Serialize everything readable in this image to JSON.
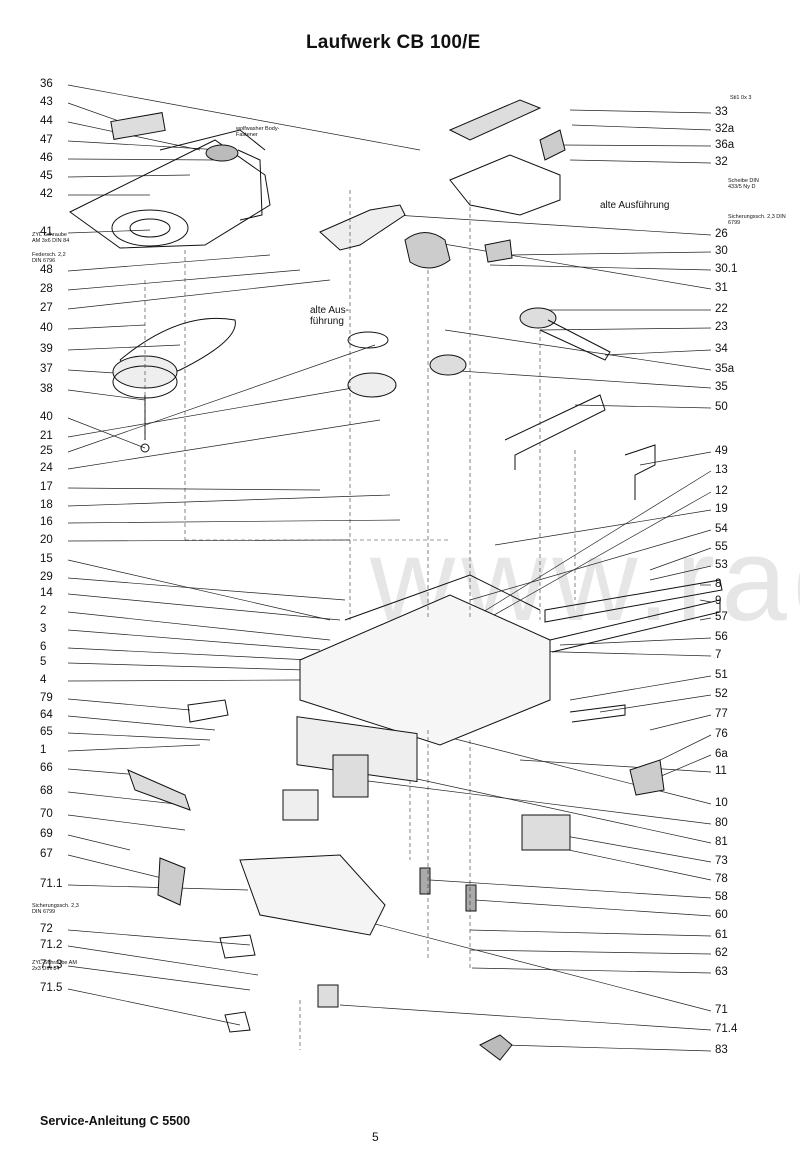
{
  "title": "Laufwerk CB 100/E",
  "footer": "Service-Anleitung C 5500",
  "page_number": "5",
  "watermark": "www.radio",
  "left_labels": [
    "36",
    "43",
    "44",
    "47",
    "46",
    "45",
    "42",
    "41",
    "48",
    "28",
    "27",
    "40",
    "39",
    "37",
    "38",
    "40",
    "21",
    "25",
    "24",
    "17",
    "18",
    "16",
    "20",
    "15",
    "29",
    "14",
    "2",
    "3",
    "6",
    "5",
    "4",
    "79",
    "64",
    "65",
    "1",
    "66",
    "68",
    "70",
    "69",
    "67",
    "71.1",
    "72",
    "71.2",
    "71.3",
    "71.5"
  ],
  "right_labels": [
    "33",
    "32a",
    "36a",
    "32",
    "26",
    "30",
    "30.1",
    "31",
    "22",
    "23",
    "34",
    "35a",
    "35",
    "50",
    "49",
    "13",
    "12",
    "19",
    "54",
    "55",
    "53",
    "8",
    "9",
    "57",
    "56",
    "7",
    "51",
    "52",
    "77",
    "76",
    "6a",
    "11",
    "10",
    "80",
    "81",
    "73",
    "78",
    "58",
    "60",
    "61",
    "62",
    "63",
    "71",
    "71.4",
    "83"
  ],
  "notes": {
    "top_right_1": "Sti1 0x 3",
    "wolf_washer": "wolfwasher Body-Fastener",
    "scheibe": "Scheibe DIN 433/5 Ny D",
    "alte_ausfuehrung_right": "alte Ausführung",
    "sicherungsscheibe_right": "Sicherungssch. 2,3 DIN 6799",
    "zyl_schraube_left": "ZYL Schraube AM 3x6 DIN 84",
    "federscheibe": "Federsch. 2,2 DIN 6796",
    "alte_ausfuehrung_mid": "alte Aus- führung",
    "sicherungsscheibe_left": "Sicherungssch. 2,3 DIN 6799",
    "zyl_schraube_bottom": "ZYL-Schraube AM 2x3 DIN 84"
  }
}
